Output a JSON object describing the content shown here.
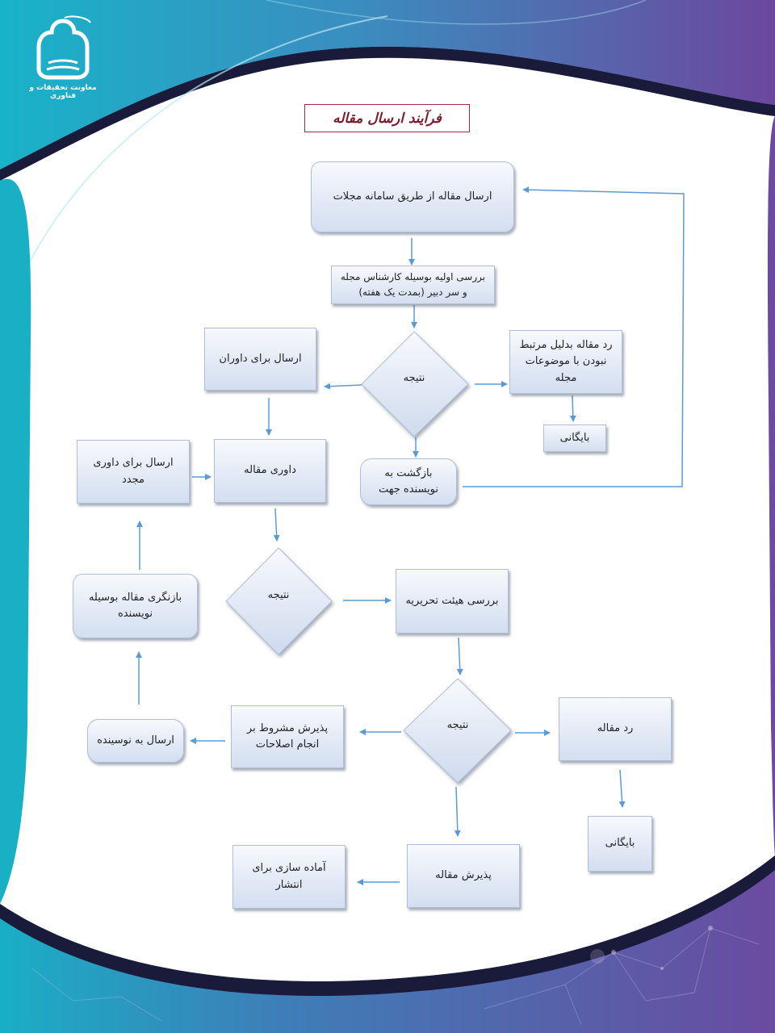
{
  "header": {
    "title": "فرآیند ارسال مقاله",
    "logo_text": "معاونت تحقیقات و فناوری"
  },
  "colors": {
    "teal": "#1ab0c8",
    "purple": "#6a4ba0",
    "dark_curve": "#1a1a3a",
    "arrow": "#5b9bd5",
    "title_border": "#9a3040",
    "title_text": "#7a1e2e"
  },
  "nodes": {
    "submit": "ارسال مقاله از طریق سامانه مجلات",
    "initial_review": "بررسی اولیه بوسیله کارشناس مجله و سر دبیر (بمدت یک هفته)",
    "decision_1": "نتیجه",
    "send_to_referees": "ارسال برای داوران",
    "reject_irrelevant": "رد مقاله بدلیل مرتبط نبودن با موضوعات مجله",
    "archive_1": "بایگانی",
    "return_to_author": "بازگشت به نویسنده جهت",
    "re_review": "ارسال برای داوری مجدد",
    "referee_review": "داوری مقاله",
    "decision_2": "نتیجه",
    "editorial_board_review": "بررسی هیئت تحریریه",
    "author_revision": "بازنگری مقاله بوسیله نویسنده",
    "decision_3": "نتیجه",
    "reject": "رد مقاله",
    "send_to_author": "ارسال به نوسینده",
    "conditional_accept": "پذیرش مشروط بر انجام اصلاحات",
    "archive_2": "بایگانی",
    "accept": "پذیرش مقاله",
    "prepare_publication": "آماده سازی برای انتشار"
  }
}
